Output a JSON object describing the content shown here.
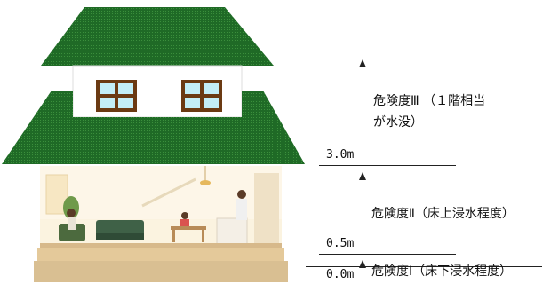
{
  "levels": {
    "l0": "0.0m",
    "l05": "0.5m",
    "l30": "3.0m"
  },
  "risks": {
    "r1": "危険度Ⅰ（床下浸水程度）",
    "r2": "危険度Ⅱ（床上浸水程度）",
    "r3_line1": "危険度Ⅲ （１階相当",
    "r3_line2": "が水没）"
  },
  "colors": {
    "roof": "#1f6a26",
    "wall": "#ffffff",
    "window_frame": "#6b3a13",
    "window_glass": "#c3eef7",
    "floor_room": "#fbf3e0",
    "foundation": "#e4c99a",
    "sofa": "#3f6147",
    "lines": "#222222"
  }
}
